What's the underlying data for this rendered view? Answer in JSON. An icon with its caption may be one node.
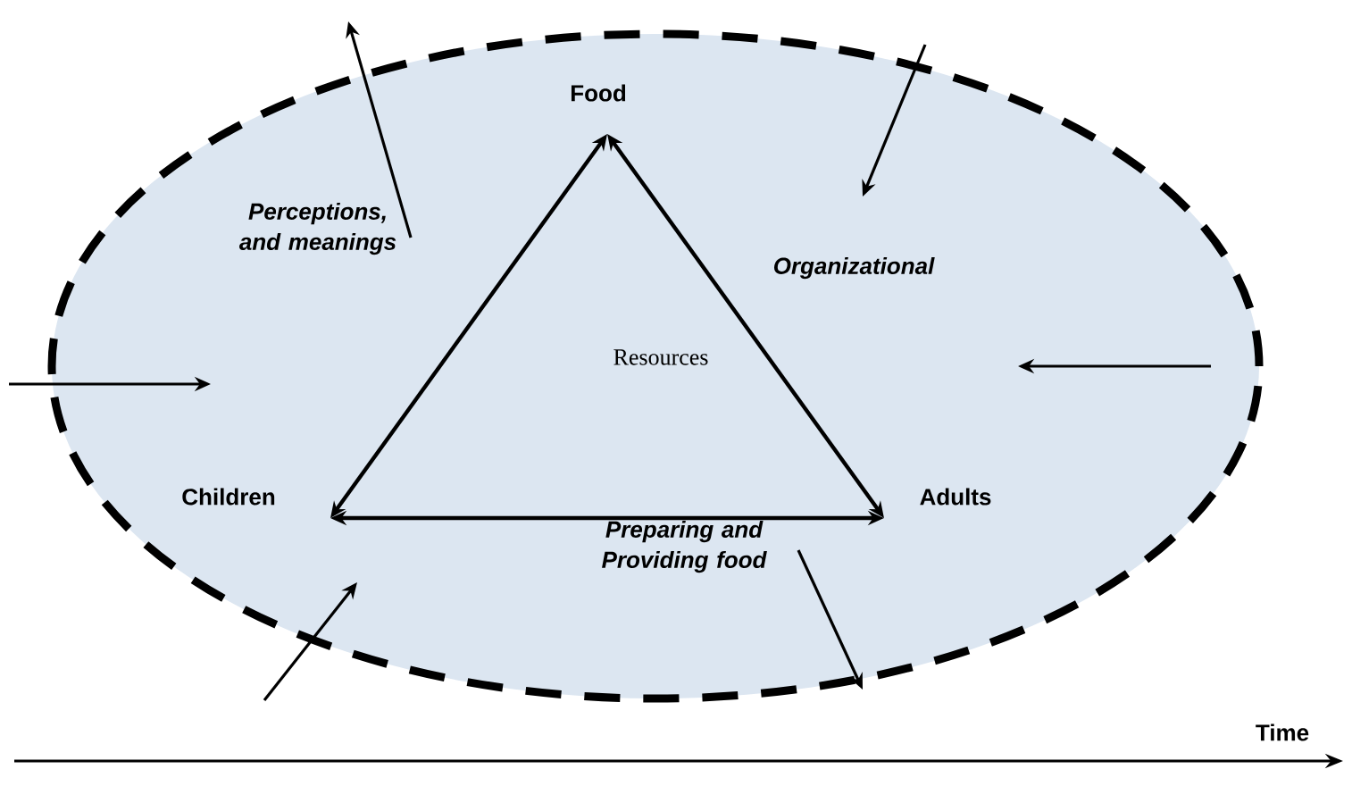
{
  "diagram": {
    "nodes": [
      {
        "text": [
          "Perceptions, and meanings",
          "Organizational",
          "Resources",
          "Preparing and Providing food"
        ]
      },
      {
        "text": [
          "Food"
        ],
        "in": 0
      },
      {
        "text": [
          "Children"
        ],
        "in": 0
      },
      {
        "text": [
          "Adults"
        ],
        "in": 0
      }
    ],
    "edges": [
      {
        "from": 1,
        "to": 2,
        "arrow": "both"
      },
      {
        "from": 1,
        "to": 3,
        "arrow": "both"
      },
      {
        "from": 2,
        "to": 3,
        "arrow": "both"
      }
    ],
    "labels": [
      "Time"
    ]
  }
}
